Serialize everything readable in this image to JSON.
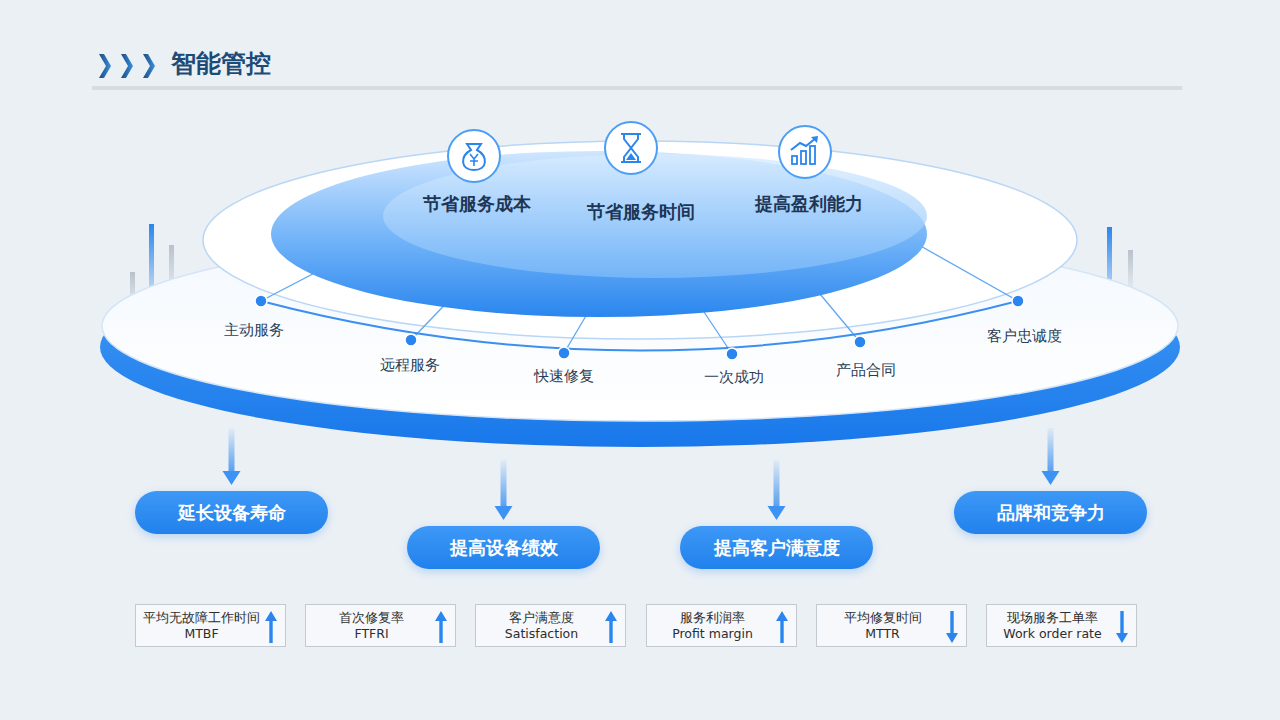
{
  "diagram": {
    "title": "智能管控",
    "nodes": [
      {
        "text": [
          "主动服务",
          "远程服务",
          "快速修复",
          "一次成功",
          "产品合同",
          "客户忠诚度"
        ]
      },
      {
        "text": [
          "节省服务成本",
          "节省服务时间",
          "提高盈利能力"
        ],
        "in": 0
      },
      {
        "text": [
          "延长设备寿命"
        ]
      },
      {
        "text": [
          "提高设备绩效"
        ]
      },
      {
        "text": [
          "提高客户满意度"
        ]
      },
      {
        "text": [
          "品牌和竞争力"
        ]
      },
      {
        "text": [
          "平均无故障工作时间",
          "MTBF"
        ]
      },
      {
        "text": [
          "首次修复率",
          "FTFRI"
        ]
      },
      {
        "text": [
          "客户满意度",
          "Satisfaction"
        ]
      },
      {
        "text": [
          "服务利润率",
          "Profit margin"
        ]
      },
      {
        "text": [
          "平均修复时间",
          "MTTR"
        ]
      },
      {
        "text": [
          "现场服务工单率",
          "Work order rate"
        ]
      }
    ],
    "edges": [
      {
        "from": 0,
        "to": 2,
        "arrow": "to"
      },
      {
        "from": 0,
        "to": 3,
        "arrow": "to"
      },
      {
        "from": 0,
        "to": 4,
        "arrow": "to"
      },
      {
        "from": 0,
        "to": 5,
        "arrow": "to"
      }
    ]
  }
}
